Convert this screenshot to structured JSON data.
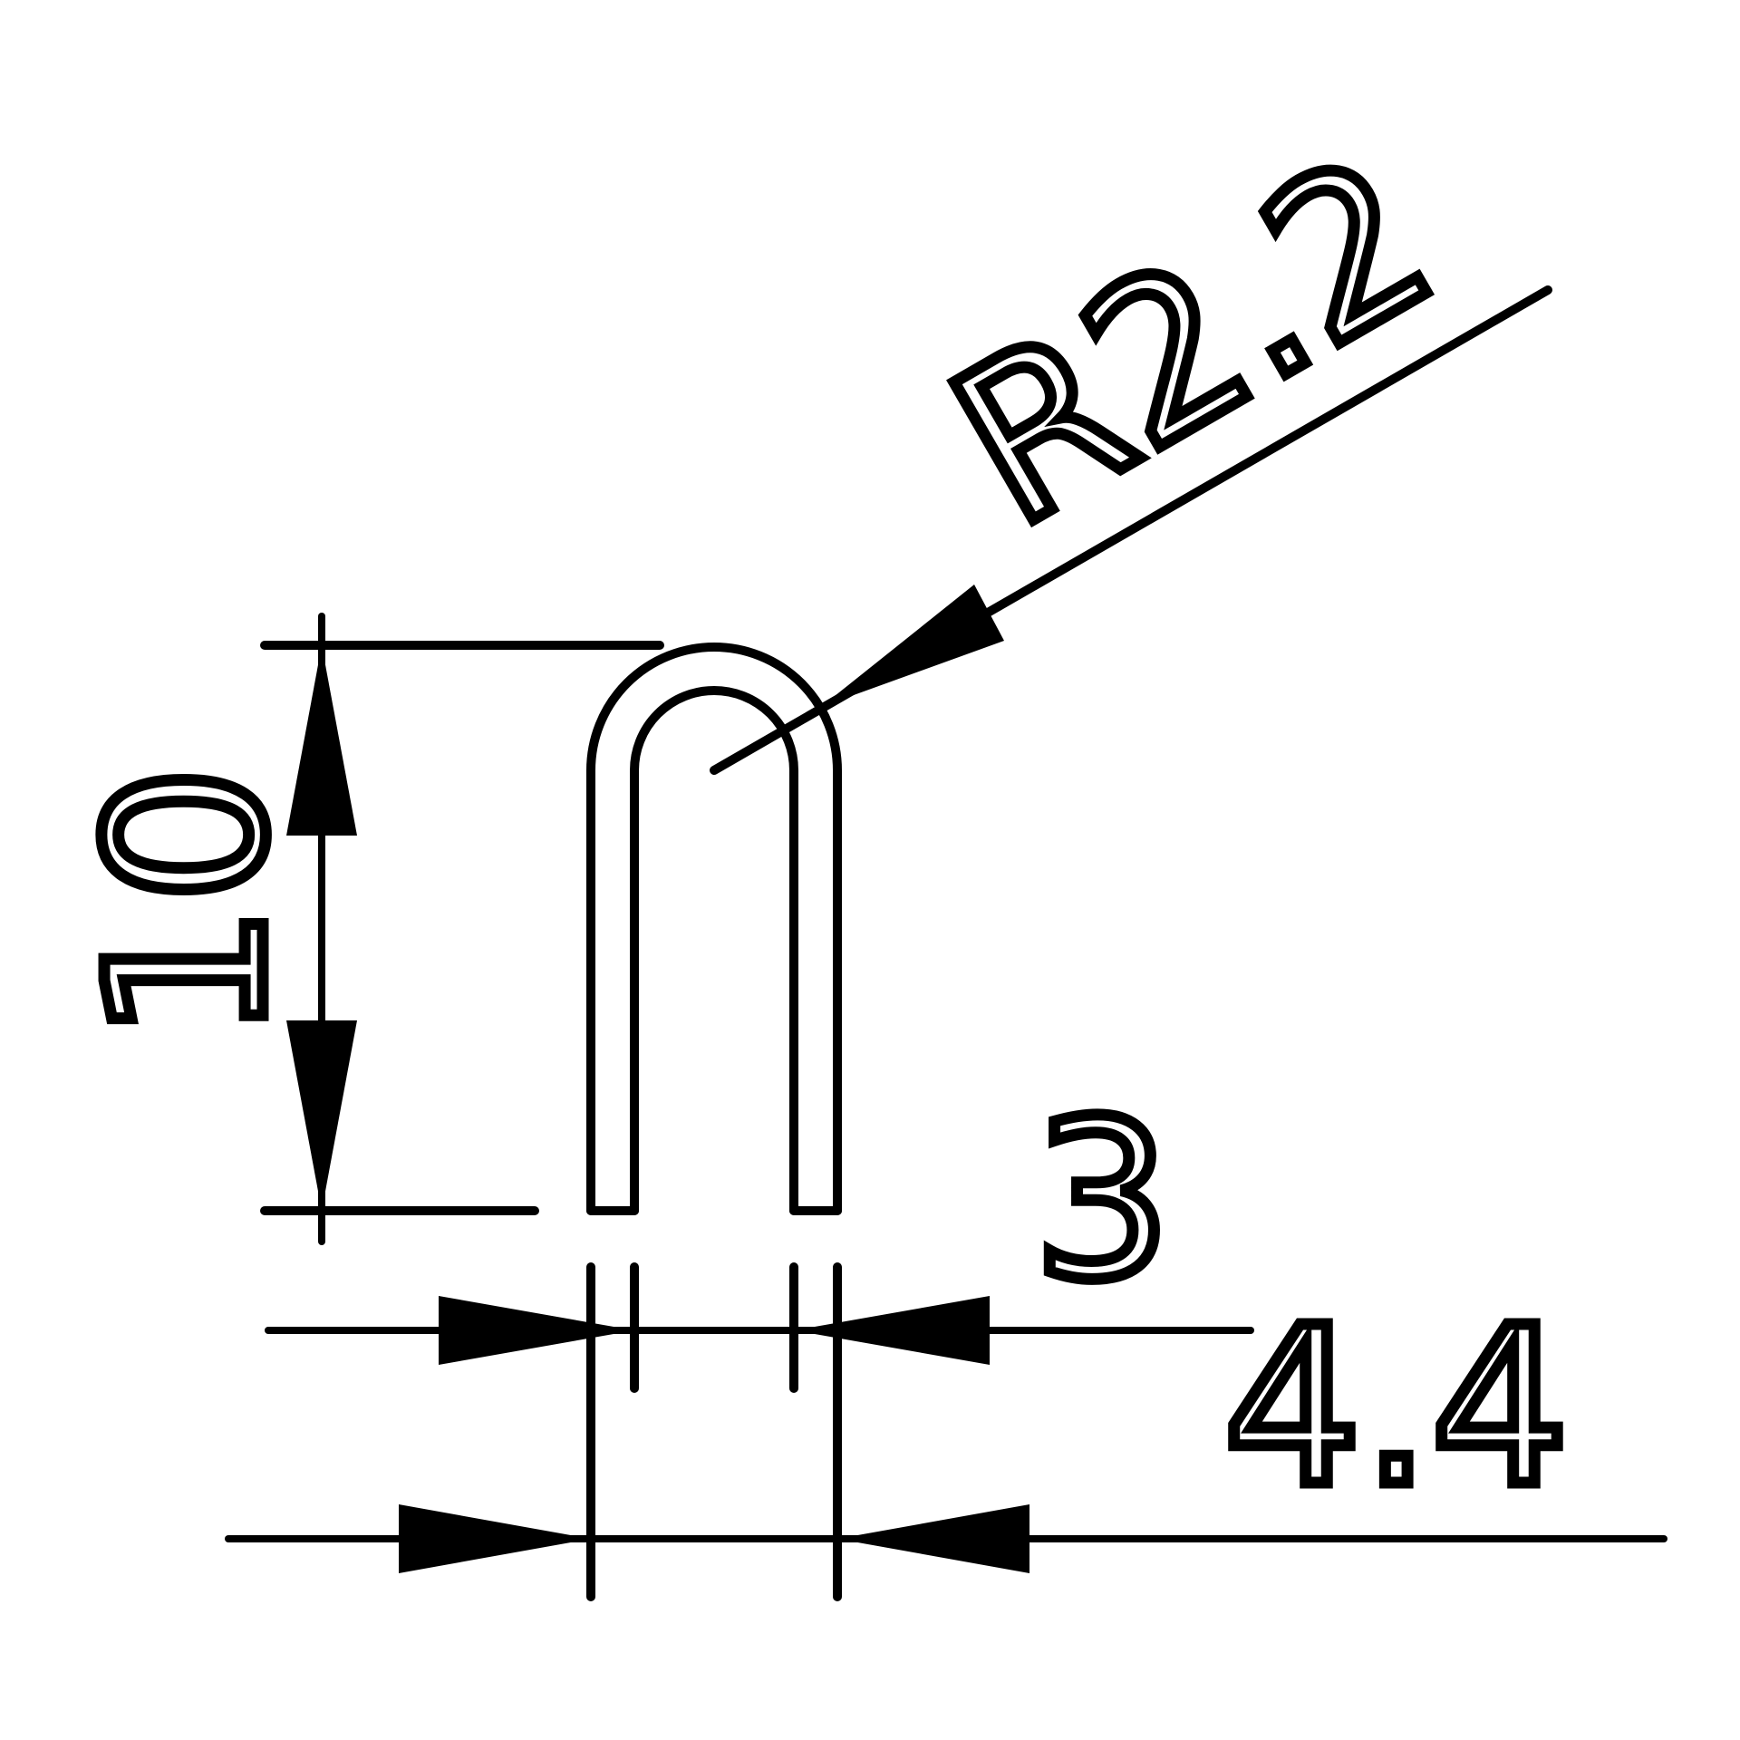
{
  "drawing": {
    "dimensions": {
      "radius_label": "R2.2",
      "height_label": "10",
      "inner_width_label": "3",
      "outer_width_label": "4.4"
    },
    "colors": {
      "line": "#000000",
      "background": "#ffffff"
    }
  }
}
